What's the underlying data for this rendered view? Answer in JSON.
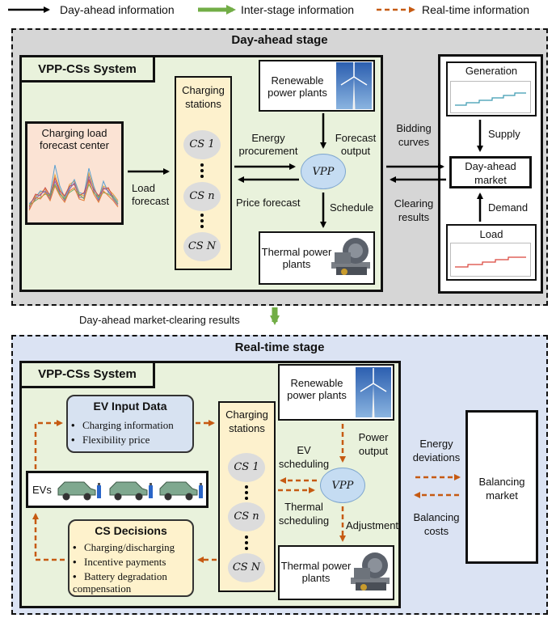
{
  "legend": {
    "day_ahead": "Day-ahead information",
    "inter_stage": "Inter-stage information",
    "real_time": "Real-time information"
  },
  "colors": {
    "dayahead_bg": "#d6d6d6",
    "realtime_bg": "#dbe3f3",
    "system_bg": "#e9f2dc",
    "forecast_bg": "#fbe3d4",
    "cs_bg": "#fdf1cd",
    "ev_input_bg": "#d7e2f1",
    "cs_decisions_bg": "#fef2cc",
    "green_arrow": "#72ad46",
    "orange_arrow": "#c65a12"
  },
  "day_ahead": {
    "title": "Day-ahead stage",
    "system_title": "VPP-CSs System",
    "forecast_center": "Charging load forecast center",
    "load_forecast": "Load forecast",
    "stations_title": "Charging stations",
    "cs_nodes": [
      "CS 1",
      "CS n",
      "CS N"
    ],
    "renewable": "Renewable power plants",
    "thermal": "Thermal power plants",
    "vpp": "VPP",
    "energy_procurement": "Energy procurement",
    "price_forecast": "Price forecast",
    "forecast_output": "Forecast output",
    "schedule": "Schedule",
    "bidding_curves": "Bidding curves",
    "clearing_results": "Clearing results",
    "generation": "Generation",
    "supply": "Supply",
    "market": "Day-ahead market",
    "demand": "Demand",
    "load": "Load"
  },
  "inter_stage_label": "Day-ahead market-clearing results",
  "real_time": {
    "title": "Real-time stage",
    "system_title": "VPP-CSs System",
    "ev_input_title": "EV Input Data",
    "ev_input_items": [
      "Charging information",
      "Flexibility price"
    ],
    "evs": "EVs",
    "cs_decisions_title": "CS Decisions",
    "cs_decisions_items": [
      "Charging/discharging",
      "Incentive payments",
      "Battery degradation compensation"
    ],
    "stations_title": "Charging stations",
    "cs_nodes": [
      "CS 1",
      "CS n",
      "CS N"
    ],
    "renewable": "Renewable power plants",
    "thermal": "Thermal power plants",
    "vpp": "VPP",
    "power_output": "Power output",
    "ev_scheduling": "EV scheduling",
    "thermal_scheduling": "Thermal scheduling",
    "adjustment": "Adjustment",
    "energy_deviations": "Energy deviations",
    "balancing_costs": "Balancing costs",
    "balancing_market": "Balancing market"
  }
}
